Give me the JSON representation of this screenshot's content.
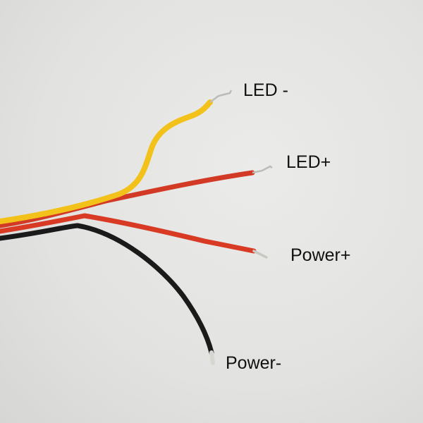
{
  "labels": {
    "led_minus": "LED -",
    "led_plus": "LED+",
    "power_plus": "Power+",
    "power_minus": "Power-"
  },
  "wire_colors": {
    "yellow": "#f2c21b",
    "red": "#d83a24",
    "black": "#1a1a1a",
    "tip": "#c9c9c4"
  }
}
